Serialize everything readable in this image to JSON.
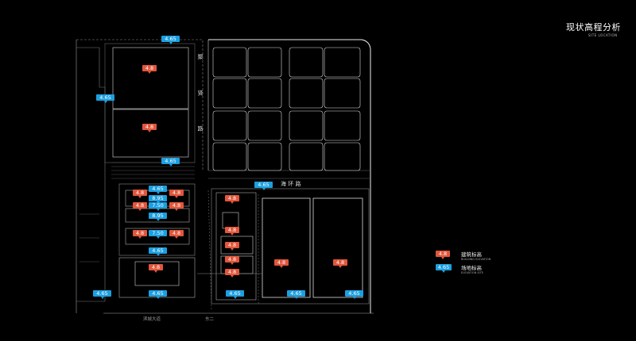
{
  "header": {
    "title": "现状高程分析",
    "subtitle": "SITE LOCATION"
  },
  "roads": {
    "east_west": "海 环 路",
    "north_south": "聚 贤 路"
  },
  "bottom_texts": [
    "滨城大道",
    "东二"
  ],
  "legend": {
    "building": {
      "value": "4.8",
      "label_cn": "建筑标高",
      "label_en": "BUILDING ELEVATION"
    },
    "site": {
      "value": "4.65",
      "label_cn": "场地标高",
      "label_en": "ELEVATION SITE"
    }
  },
  "colors": {
    "building": "#e2563b",
    "site": "#1c9fe0",
    "background": "#000000"
  },
  "building_elevations": [
    "4.8",
    "4.8",
    "4.8",
    "4.8",
    "4.8",
    "4.8",
    "4.8",
    "4.8",
    "4.8",
    "4.8",
    "4.8",
    "4.8",
    "4.8",
    "4.8"
  ],
  "site_elevations": [
    "4.65",
    "4.65",
    "4.65",
    "4.65",
    "8.95",
    "7.50",
    "8.95",
    "7.50",
    "4.65",
    "4.65",
    "4.65",
    "4.65",
    "4.65",
    "4.65"
  ]
}
